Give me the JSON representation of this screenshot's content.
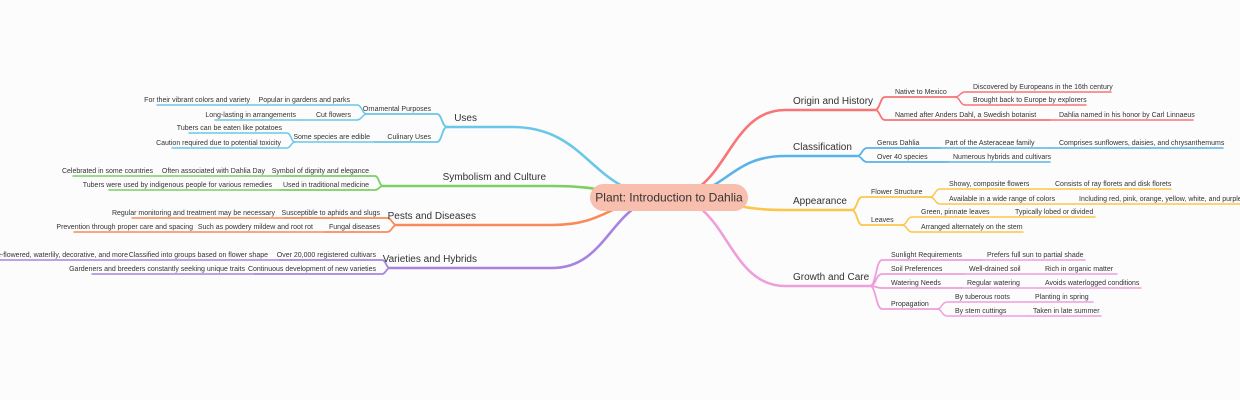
{
  "title": "Plant: Introduction to Dahlia",
  "center_color": "#f9bfae",
  "left": [
    {
      "label": "Uses",
      "color": "#6bc6e8",
      "children": [
        {
          "label": "Ornamental Purposes",
          "children": [
            {
              "label": "Popular in gardens and parks",
              "children": [
                {
                  "label": "For their vibrant colors and variety"
                }
              ]
            },
            {
              "label": "Cut flowers",
              "children": [
                {
                  "label": "Long-lasting in arrangements"
                }
              ]
            }
          ]
        },
        {
          "label": "Culinary Uses",
          "children": [
            {
              "label": "Some species are edible",
              "children": [
                {
                  "label": "Tubers can be eaten like potatoes"
                },
                {
                  "label": "Caution required due to potential toxicity"
                }
              ]
            }
          ]
        }
      ]
    },
    {
      "label": "Symbolism and Culture",
      "color": "#7ccf63",
      "children": [
        {
          "label": "Symbol of dignity and elegance",
          "children": [
            {
              "label": "Often associated with Dahlia Day",
              "children": [
                {
                  "label": "Celebrated in some countries"
                }
              ]
            }
          ]
        },
        {
          "label": "Used in traditional medicine",
          "children": [
            {
              "label": "Tubers were used by indigenous people for various remedies"
            }
          ]
        }
      ]
    },
    {
      "label": "Pests and Diseases",
      "color": "#fa8a5a",
      "children": [
        {
          "label": "Susceptible to aphids and slugs",
          "children": [
            {
              "label": "Regular monitoring and treatment may be necessary"
            }
          ]
        },
        {
          "label": "Fungal diseases",
          "children": [
            {
              "label": "Such as powdery mildew and root rot",
              "children": [
                {
                  "label": "Prevention through proper care and spacing"
                }
              ]
            }
          ]
        }
      ]
    },
    {
      "label": "Varieties and Hybrids",
      "color": "#a784e1",
      "children": [
        {
          "label": "Over 20,000 registered cultivars",
          "children": [
            {
              "label": "Classified into groups based on flower shape",
              "children": [
                {
                  "label": "Single-flowered, waterlily, decorative, and more"
                }
              ]
            }
          ]
        },
        {
          "label": "Continuous development of new varieties",
          "children": [
            {
              "label": "Gardeners and breeders constantly seeking unique traits"
            }
          ]
        }
      ]
    }
  ],
  "right": [
    {
      "label": "Origin and History",
      "color": "#f87476",
      "children": [
        {
          "label": "Native to Mexico",
          "children": [
            {
              "label": "Discovered by Europeans in the 16th century"
            },
            {
              "label": "Brought back to Europe by explorers"
            }
          ]
        },
        {
          "label": "Named after Anders Dahl, a Swedish botanist",
          "children": [
            {
              "label": "Dahlia named in his honor by Carl Linnaeus"
            }
          ]
        }
      ]
    },
    {
      "label": "Classification",
      "color": "#59b3ea",
      "children": [
        {
          "label": "Genus Dahlia",
          "children": [
            {
              "label": "Part of the Asteraceae family",
              "children": [
                {
                  "label": "Comprises sunflowers, daisies, and chrysanthemums"
                }
              ]
            }
          ]
        },
        {
          "label": "Over 40 species",
          "children": [
            {
              "label": "Numerous hybrids and cultivars"
            }
          ]
        }
      ]
    },
    {
      "label": "Appearance",
      "color": "#fbc64a",
      "children": [
        {
          "label": "Flower Structure",
          "children": [
            {
              "label": "Showy, composite flowers",
              "children": [
                {
                  "label": "Consists of ray florets and disk florets"
                }
              ]
            },
            {
              "label": "Available in a wide range of colors",
              "children": [
                {
                  "label": "Including red, pink, orange, yellow, white, and purple"
                }
              ]
            }
          ]
        },
        {
          "label": "Leaves",
          "children": [
            {
              "label": "Green, pinnate leaves",
              "children": [
                {
                  "label": "Typically lobed or divided"
                }
              ]
            },
            {
              "label": "Arranged alternately on the stem"
            }
          ]
        }
      ]
    },
    {
      "label": "Growth and Care",
      "color": "#ef9edc",
      "children": [
        {
          "label": "Sunlight Requirements",
          "children": [
            {
              "label": "Prefers full sun to partial shade"
            }
          ]
        },
        {
          "label": "Soil Preferences",
          "children": [
            {
              "label": "Well-drained soil",
              "children": [
                {
                  "label": "Rich in organic matter"
                }
              ]
            }
          ]
        },
        {
          "label": "Watering Needs",
          "children": [
            {
              "label": "Regular watering",
              "children": [
                {
                  "label": "Avoids waterlogged conditions"
                }
              ]
            }
          ]
        },
        {
          "label": "Propagation",
          "children": [
            {
              "label": "By tuberous roots",
              "children": [
                {
                  "label": "Planting in spring"
                }
              ]
            },
            {
              "label": "By stem cuttings",
              "children": [
                {
                  "label": "Taken in late summer"
                }
              ]
            }
          ]
        }
      ]
    }
  ]
}
